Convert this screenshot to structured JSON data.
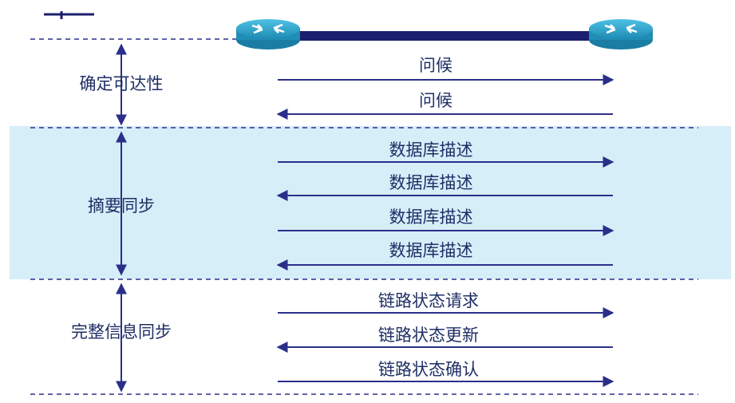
{
  "phases": [
    {
      "label": "确定可达性"
    },
    {
      "label": "摘要同步"
    },
    {
      "label": "完整信息同步"
    }
  ],
  "messages": [
    {
      "label": "问候",
      "direction": "right"
    },
    {
      "label": "问候",
      "direction": "left"
    },
    {
      "label": "数据库描述",
      "direction": "right"
    },
    {
      "label": "数据库描述",
      "direction": "left"
    },
    {
      "label": "数据库描述",
      "direction": "right"
    },
    {
      "label": "数据库描述",
      "direction": "left"
    },
    {
      "label": "链路状态请求",
      "direction": "right"
    },
    {
      "label": "链路状态更新",
      "direction": "left"
    },
    {
      "label": "链路状态确认",
      "direction": "right"
    }
  ],
  "icons": {
    "left_router": "router-icon",
    "right_router": "router-icon"
  },
  "colors": {
    "arrow": "#2b2f8a",
    "text": "#1f2f66",
    "band": "#d6eef8",
    "link": "#1b1f6e",
    "router": "#2aa0c8"
  }
}
